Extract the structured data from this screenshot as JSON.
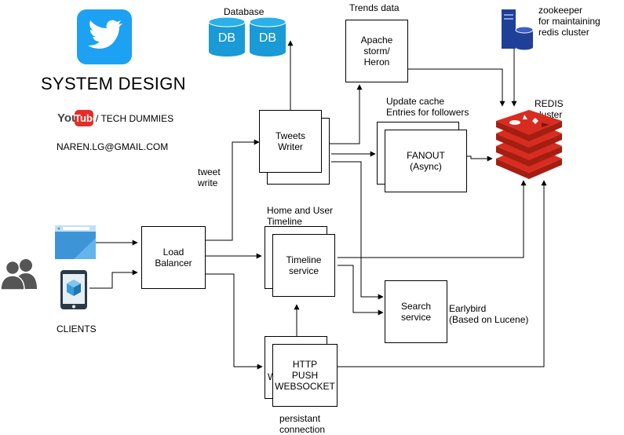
{
  "header": {
    "title": "SYSTEM DESIGN",
    "youtube_logo_text": "YouTube",
    "channel": "/ TECH DUMMIES",
    "email": "NAREN.LG@GMAIL.COM"
  },
  "labels": {
    "database": "Database",
    "db": "DB",
    "trends_data": "Trends data",
    "zookeeper": "zookeeper\nfor  maintaining\nredis cluster",
    "redis": "REDIS\ncluster",
    "update_cache": "Update cache\nEntries for followers",
    "tweet_write": "tweet\nwrite",
    "home_user_timeline": "Home and User\nTimeline",
    "clients": "CLIENTS",
    "earlybird": "Earlybird\n(Based on Lucene)",
    "persistant": "persistant\nconnection"
  },
  "nodes": {
    "apache": "Apache\nstorm/\nHeron",
    "tweets_writer": "Tweets\nWriter",
    "fanout": "FANOUT\n(Async)",
    "load_balancer": "Load\nBalancer",
    "timeline_service": "Timeline\nservice",
    "search_service": "Search\nservice",
    "http_push": "HTTP\nPUSH\nWEBSOCKET",
    "http_back_letter": "W"
  },
  "colors": {
    "twitter": "#1da1f2",
    "db": "#1a9ad6",
    "redis": "#d82c20",
    "youtube": "#e52d27",
    "zookeeper": "#1f3f99",
    "users": "#555555"
  }
}
